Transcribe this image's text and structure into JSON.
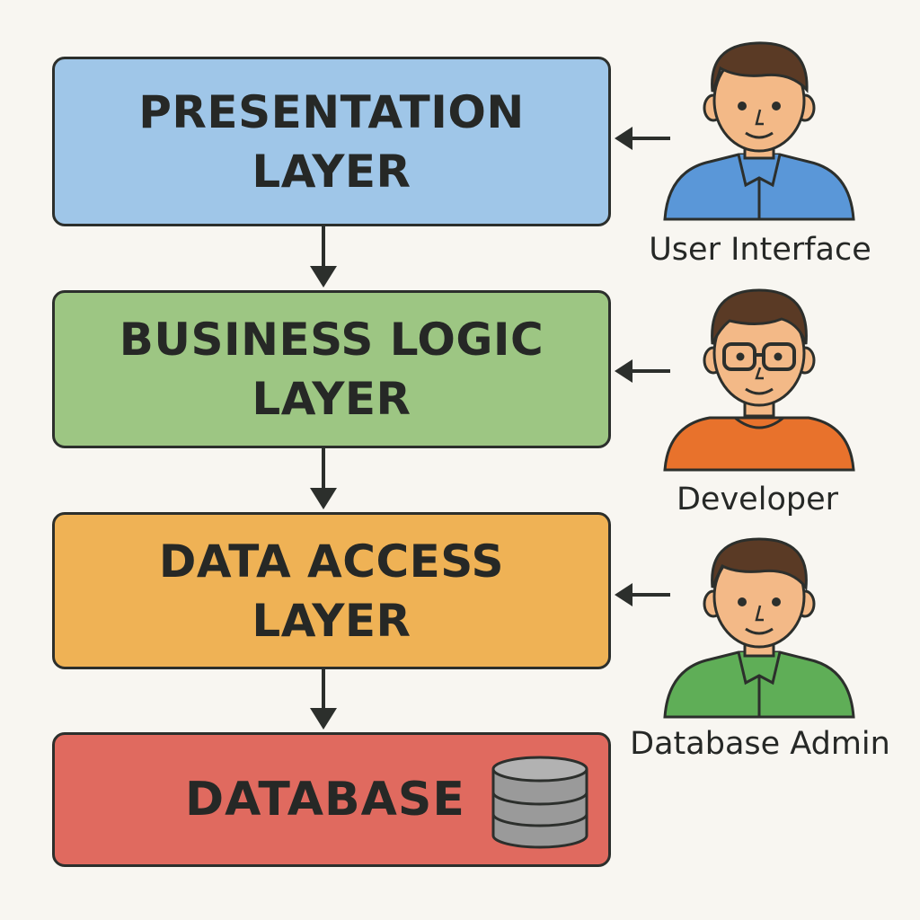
{
  "colors": {
    "presentation": "#9fc6e8",
    "business": "#9dc683",
    "data_access": "#efb255",
    "database": "#e06a5f",
    "outline": "#2c2f2c",
    "background": "#f8f6f1",
    "shirt_user": "#5a97d8",
    "shirt_developer": "#e8722c",
    "shirt_admin": "#5fae57",
    "skin": "#f3b987",
    "hair": "#5a3a25",
    "db_icon": "#9a9a9a"
  },
  "layers": [
    {
      "id": "presentation",
      "line1": "PRESENTATION",
      "line2": "LAYER"
    },
    {
      "id": "business",
      "line1": "BUSINESS LOGIC",
      "line2": "LAYER"
    },
    {
      "id": "data_access",
      "line1": "DATA ACCESS",
      "line2": "LAYER"
    },
    {
      "id": "database",
      "line1": "DATABASE"
    }
  ],
  "actors": [
    {
      "id": "user",
      "label": "User Interface",
      "icon": "person-icon"
    },
    {
      "id": "developer",
      "label": "Developer",
      "icon": "person-with-glasses-icon"
    },
    {
      "id": "admin",
      "label": "Database Admin",
      "icon": "person-icon"
    }
  ],
  "database_icon": "database-cylinder-icon"
}
